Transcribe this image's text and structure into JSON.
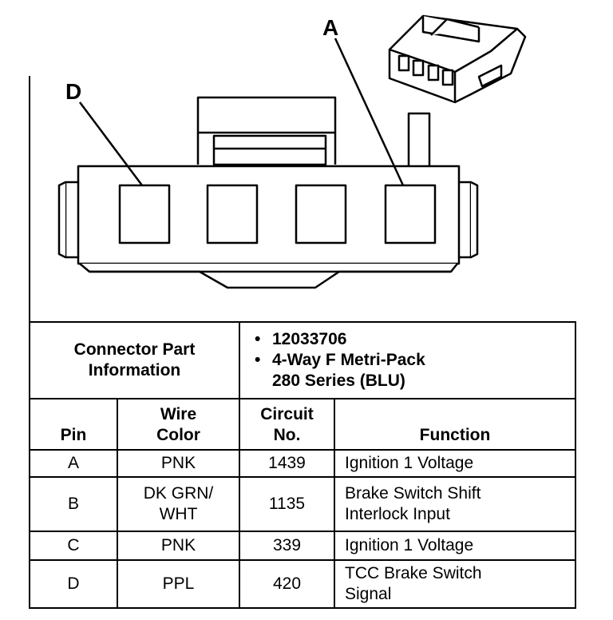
{
  "diagram": {
    "label_a": "A",
    "label_d": "D"
  },
  "connector_info": {
    "header": [
      "Connector Part",
      "Information"
    ],
    "details": [
      "12033706",
      "4-Way F Metri-Pack",
      "280 Series (BLU)"
    ]
  },
  "columns": {
    "pin": "Pin",
    "wire_color": [
      "Wire",
      "Color"
    ],
    "circuit_no": [
      "Circuit",
      "No."
    ],
    "function": "Function"
  },
  "rows": [
    {
      "pin": "A",
      "wire_color": [
        "PNK"
      ],
      "circuit": "1439",
      "function": [
        "Ignition 1 Voltage"
      ]
    },
    {
      "pin": "B",
      "wire_color": [
        "DK GRN/",
        "WHT"
      ],
      "circuit": "1135",
      "function": [
        "Brake Switch Shift",
        "Interlock Input"
      ]
    },
    {
      "pin": "C",
      "wire_color": [
        "PNK"
      ],
      "circuit": "339",
      "function": [
        "Ignition 1 Voltage"
      ]
    },
    {
      "pin": "D",
      "wire_color": [
        "PPL"
      ],
      "circuit": "420",
      "function": [
        "TCC Brake Switch",
        "Signal"
      ]
    }
  ]
}
